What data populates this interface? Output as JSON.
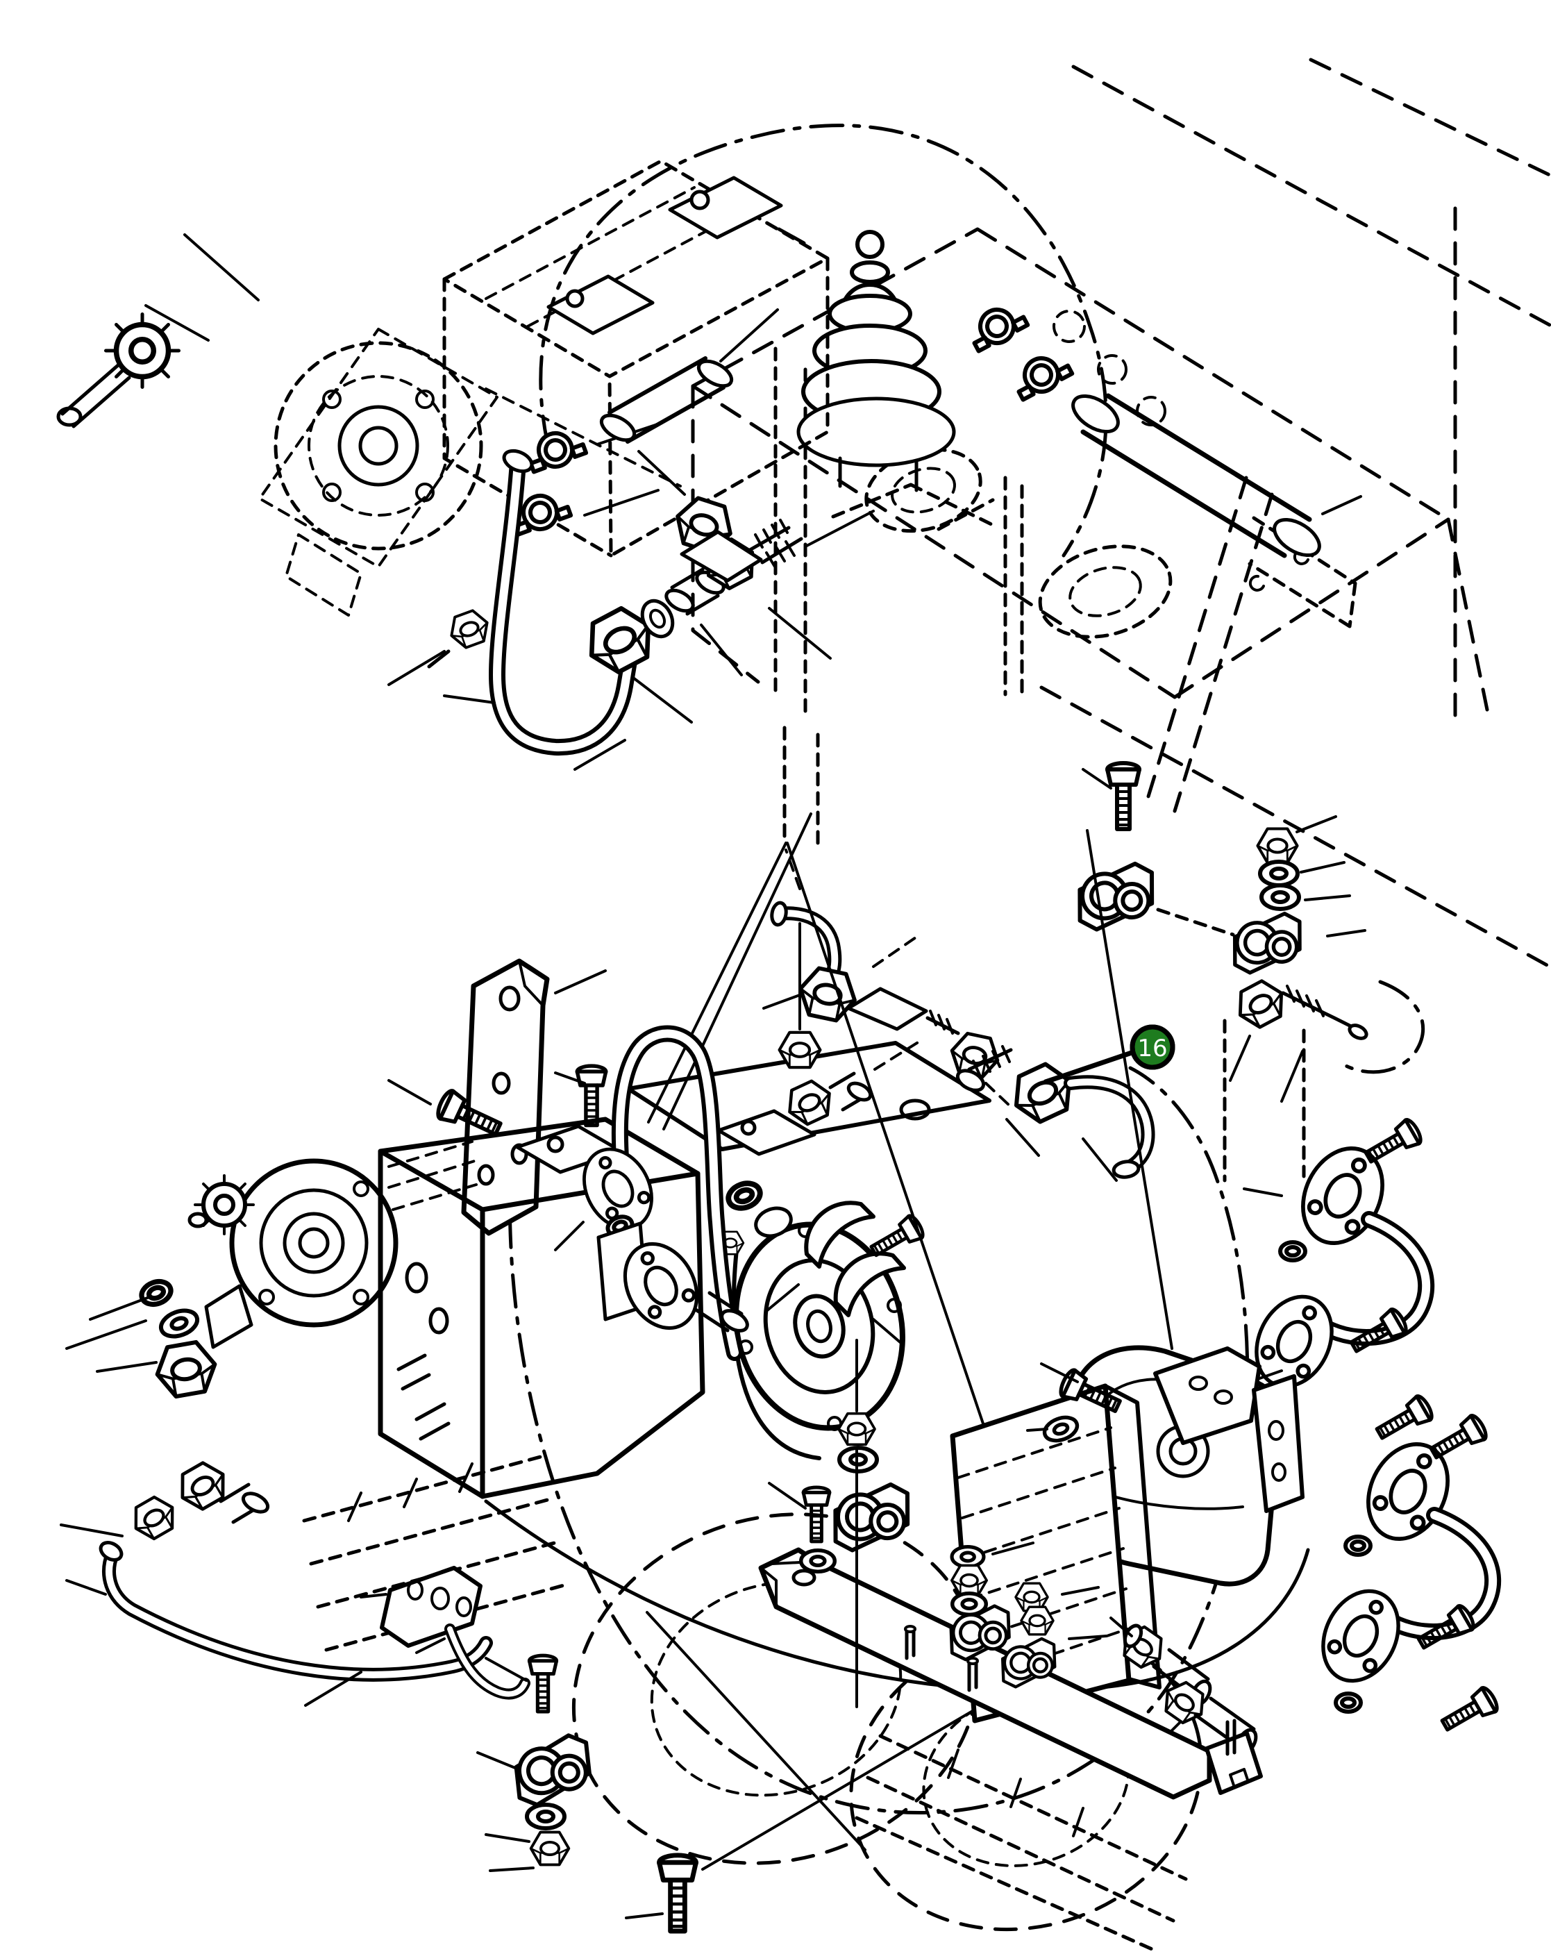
{
  "figure": {
    "background": "#ffffff",
    "line_color": "#000000",
    "kind": "exploded-parts-diagram"
  },
  "callout": {
    "number": "16",
    "fill": "#1e7c1f",
    "ring": "#000000",
    "number_color": "#ffffff"
  },
  "components": [
    "machine-frame-reference",
    "hydraulic-tank-reference",
    "filler-breather",
    "breather-hose",
    "hose-clamp",
    "main-pump-reference",
    "main-pump",
    "pump-gear-shaft",
    "mounting-bracket",
    "steel-tube",
    "flare-nut",
    "union-fitting",
    "tee-fitting",
    "elbow-fitting",
    "pipe-flange",
    "o-ring",
    "hex-bolt",
    "washer",
    "hex-nut",
    "pipe-clamp",
    "oil-cooler",
    "travel-motor",
    "mounting-bar",
    "drivetrain-reference",
    "hose-routing-line",
    "part-callout"
  ]
}
